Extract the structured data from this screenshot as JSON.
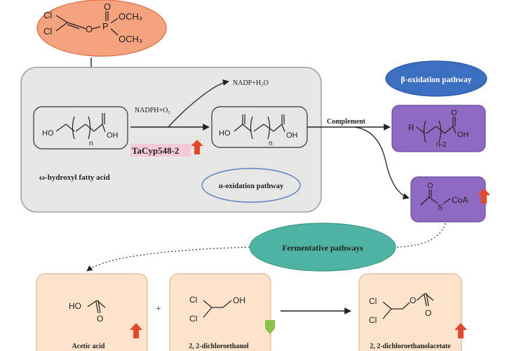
{
  "title": "",
  "colors": {
    "start_ellipse": "#f5a27f",
    "pathway_ellipse_blue": "#3d6fc1",
    "pathway_ellipse_teal": "#4fb3a3",
    "grey_box": "#e6e6e4",
    "purple_box": "#8e6ac2",
    "peach_box": "#fde3cc",
    "red_arrow": "#e0492b",
    "green_arrow": "#8bc34a",
    "tacyp_highlight": "#f6c9d8"
  },
  "compound": {
    "cl1": "Cl",
    "cl2": "Cl",
    "o_ester": "O",
    "p": "P",
    "o_double": "O",
    "och3_top": "OCH₃",
    "och3_bottom": "OCH₃"
  },
  "grey_box": {
    "substrate_ho": "HO",
    "substrate_n": "n",
    "substrate_oh": "OH",
    "substrate_label": "ω-hydroxyl fatty acid",
    "cofactor_in": "NADPH+O₂",
    "cofactor_out": "NADP+H₂O",
    "enzyme": "TaCyp548-2",
    "product_ho": "HO",
    "product_n": "n",
    "product_oh": "OH",
    "alpha_pathway": "α-oxidation pathway"
  },
  "complement": "Complement",
  "beta_pathway": "β-oxidation pathway",
  "beta_product": {
    "r": "R",
    "o": "O",
    "n": "n-2",
    "oh": "OH"
  },
  "coa_product": {
    "o": "O",
    "s": "S",
    "coa": "CoA"
  },
  "fermentative": "Fermentative pathways",
  "acetic_acid": {
    "ho": "HO",
    "o": "O",
    "label": "Acetic acid"
  },
  "plus": "+",
  "dichloroethanol": {
    "cl1": "Cl",
    "cl2": "Cl",
    "oh": "OH",
    "label": "2, 2-dichloroethanol"
  },
  "dichloroethanolacetate": {
    "cl1": "Cl",
    "cl2": "Cl",
    "o_ester": "O",
    "o_carbonyl": "O",
    "label": "2, 2-dichloroethanolacetate"
  }
}
